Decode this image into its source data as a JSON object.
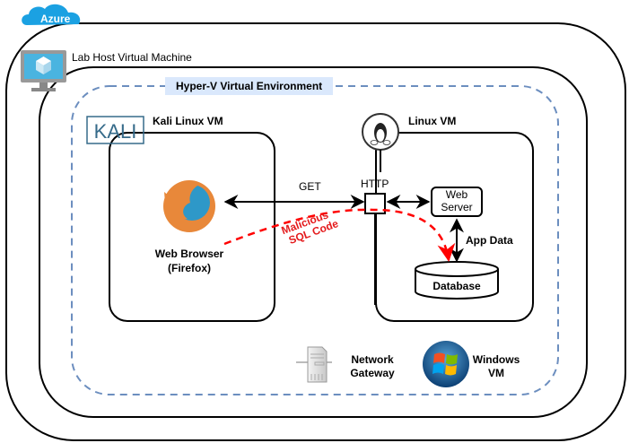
{
  "cloud": {
    "label": "Azure",
    "color": "#1ba1e2"
  },
  "host": {
    "label": "Lab Host Virtual Machine"
  },
  "hyperv": {
    "label": "Hyper-V Virtual Environment",
    "fill": "#dae8fc",
    "border_color": "#6c8ebf"
  },
  "kali": {
    "logo_text": "KALI",
    "label": "Kali Linux VM",
    "browser_label_line1": "Web Browser",
    "browser_label_line2": "(Firefox)"
  },
  "linux": {
    "label": "Linux VM",
    "http_label": "HTTP",
    "web_server_line1": "Web",
    "web_server_line2": "Server",
    "app_data_label": "App Data",
    "database_label": "Database"
  },
  "connections": {
    "get_label": "GET",
    "attack_line1": "Malicious",
    "attack_line2": "SQL Code",
    "attack_color": "#ff0000"
  },
  "others": {
    "gateway_line1": "Network",
    "gateway_line2": "Gateway",
    "windows_line1": "Windows",
    "windows_line2": "VM"
  }
}
